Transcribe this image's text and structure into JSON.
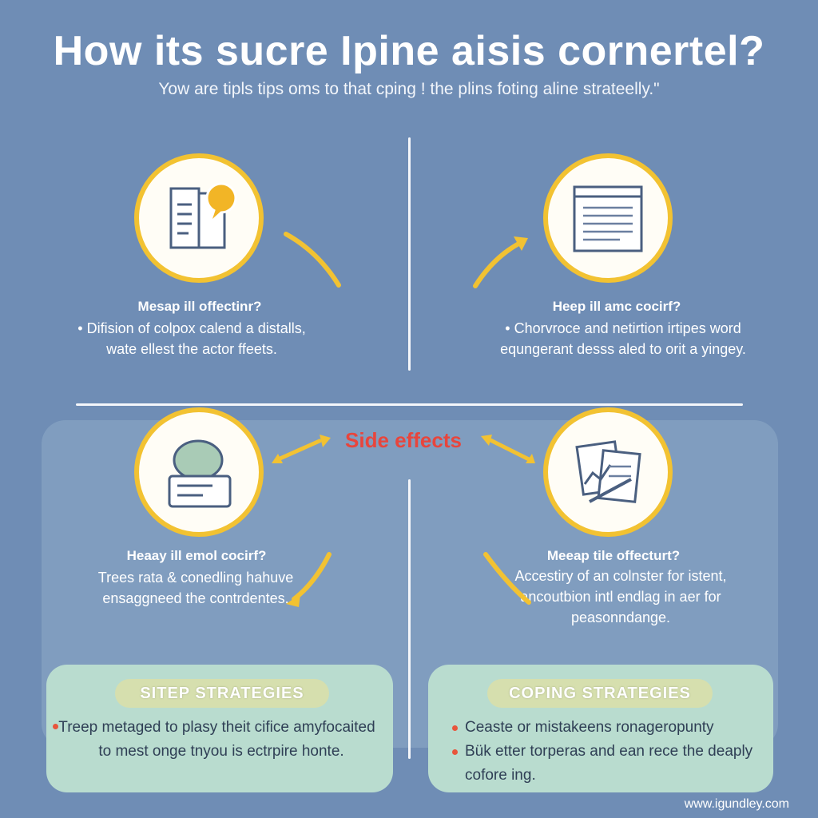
{
  "header": {
    "title": "How its sucre Ipine aisis cornertel?",
    "subtitle": "Yow are tipls tips oms to that cping ! the plins foting aline strateelly.\""
  },
  "quadrants": [
    {
      "icon": "document-lightbulb-icon",
      "title": "Mesap ill offectinr?",
      "body": "• Difision of colpox calend a distalls, wate ellest the actor ffeets."
    },
    {
      "icon": "text-document-icon",
      "title": "Heep ill amc cocirf?",
      "body": "• Chorvroce and netirtion irtipes word equngerant desss aled to orit a yingey."
    },
    {
      "icon": "speech-bubble-card-icon",
      "title": "Heaay ill emol cocirf?",
      "body": "Trees rata & conedling hahuve ensaggneed the contrdentes."
    },
    {
      "icon": "documents-chart-icon",
      "title": "Meeap tile offecturt?",
      "body": "Accestiry of an colnster for istent, ancoutbion intl endlag in aer for peasonndange."
    }
  ],
  "center_label": "Side effects",
  "strategies": [
    {
      "heading": "SITEP STRATEGIES",
      "items": [
        "Treep metaged to plasy theit cifice amyfocaited to mest onge tnyou is ectrpire honte."
      ]
    },
    {
      "heading": "COPING STRATEGIES",
      "items": [
        "Ceaste or mistakeens ronageropunty",
        "Bük etter torperas and ean rece the deaply cofore ing."
      ]
    }
  ],
  "footer": {
    "watermark": "www.igundley.com"
  },
  "colors": {
    "background": "#6f8db5",
    "circle_ring": "#f2c232",
    "arrow": "#f2c232",
    "accent_red": "#e8453c",
    "strategy_box": "#b9dccf",
    "strategy_pill": "#d6dfae"
  }
}
